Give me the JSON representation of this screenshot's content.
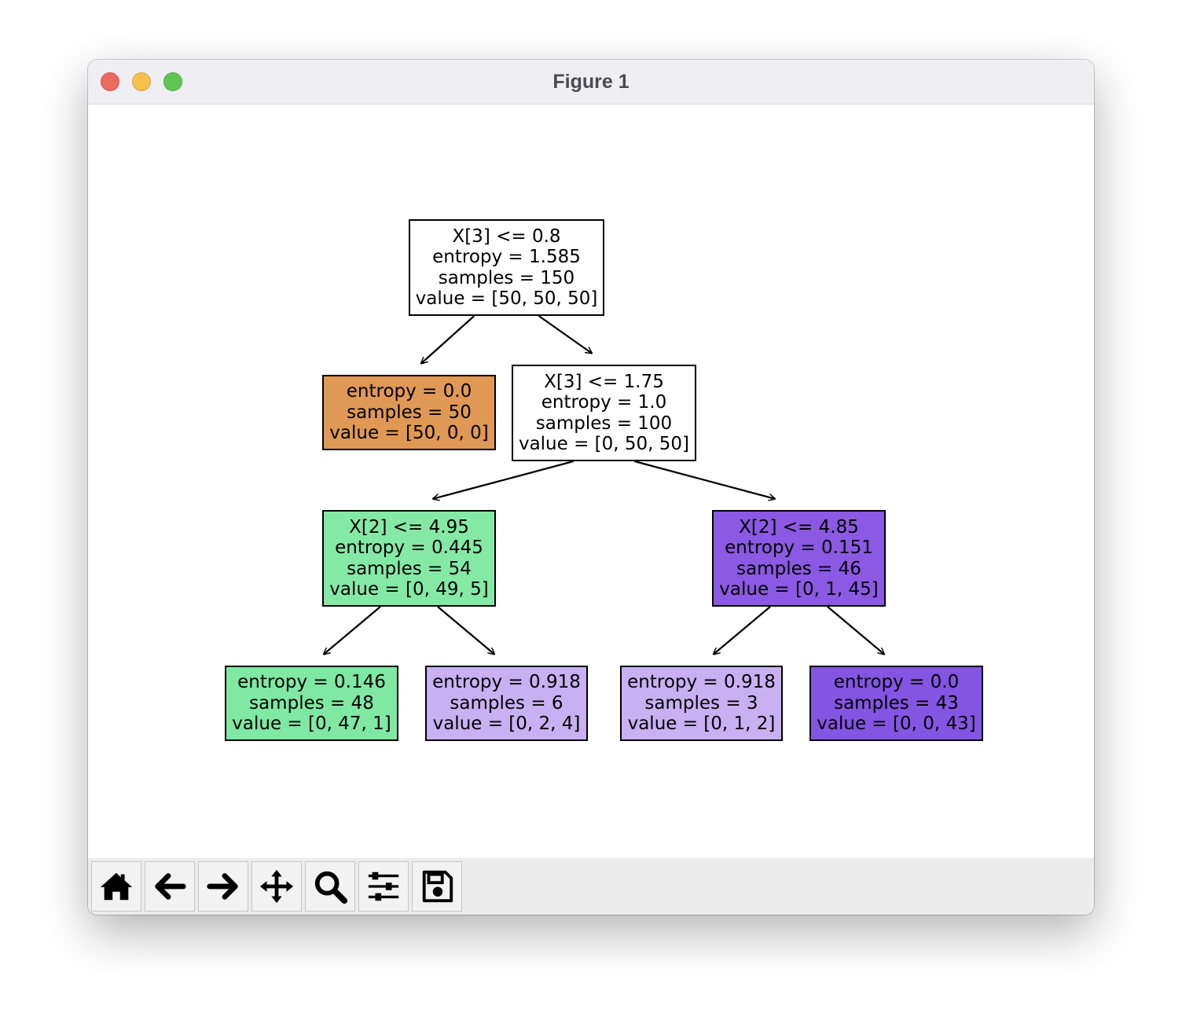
{
  "window": {
    "title": "Figure 1"
  },
  "tree": {
    "nodes": [
      {
        "id": "root",
        "lines": [
          "X[3] <= 0.8",
          "entropy = 1.585",
          "samples = 150",
          "value = [50, 50, 50]"
        ],
        "color": "#ffffff"
      },
      {
        "id": "n1",
        "lines": [
          "entropy = 0.0",
          "samples = 50",
          "value = [50, 0, 0]"
        ],
        "color": "#e09855"
      },
      {
        "id": "n2",
        "lines": [
          "X[3] <= 1.75",
          "entropy = 1.0",
          "samples = 100",
          "value = [0, 50, 50]"
        ],
        "color": "#ffffff"
      },
      {
        "id": "n3",
        "lines": [
          "X[2] <= 4.95",
          "entropy = 0.445",
          "samples = 54",
          "value = [0, 49, 5]"
        ],
        "color": "#85e9a6"
      },
      {
        "id": "n4",
        "lines": [
          "X[2] <= 4.85",
          "entropy = 0.151",
          "samples = 46",
          "value = [0, 1, 45]"
        ],
        "color": "#8b59e3"
      },
      {
        "id": "n5",
        "lines": [
          "entropy = 0.146",
          "samples = 48",
          "value = [0, 47, 1]"
        ],
        "color": "#7fe8a2"
      },
      {
        "id": "n6",
        "lines": [
          "entropy = 0.918",
          "samples = 6",
          "value = [0, 2, 4]"
        ],
        "color": "#c8b0f2"
      },
      {
        "id": "n7",
        "lines": [
          "entropy = 0.918",
          "samples = 3",
          "value = [0, 1, 2]"
        ],
        "color": "#c8b0f2"
      },
      {
        "id": "n8",
        "lines": [
          "entropy = 0.0",
          "samples = 43",
          "value = [0, 0, 43]"
        ],
        "color": "#8454e2"
      }
    ],
    "edges": [
      [
        "root",
        "n1"
      ],
      [
        "root",
        "n2"
      ],
      [
        "n2",
        "n3"
      ],
      [
        "n2",
        "n4"
      ],
      [
        "n3",
        "n5"
      ],
      [
        "n3",
        "n6"
      ],
      [
        "n4",
        "n7"
      ],
      [
        "n4",
        "n8"
      ]
    ]
  },
  "toolbar": {
    "buttons": [
      {
        "name": "home-button",
        "icon": "home-icon"
      },
      {
        "name": "back-button",
        "icon": "arrow-left-icon"
      },
      {
        "name": "forward-button",
        "icon": "arrow-right-icon"
      },
      {
        "name": "pan-button",
        "icon": "move-icon"
      },
      {
        "name": "zoom-button",
        "icon": "magnifier-icon"
      },
      {
        "name": "configure-subplots-button",
        "icon": "sliders-icon"
      },
      {
        "name": "save-button",
        "icon": "floppy-disk-icon"
      }
    ]
  }
}
